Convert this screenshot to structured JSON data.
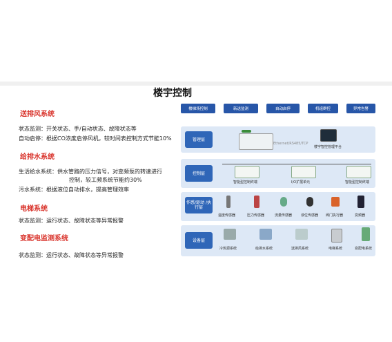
{
  "title": "楼宇控制",
  "sections": {
    "ventilation": {
      "heading": "送排风系统",
      "lines": [
        "状态监测：开关状态、手/自动状态、故障状态等",
        "自动启停：根据CO浓度启停风机，较时间表控制方式节能10%"
      ]
    },
    "water": {
      "heading": "给排水系统",
      "lines": [
        "生活给水系统：供水管路的压力信号，对变频泵的转速进行",
        "控制，较工频系统节能约30%",
        "污水系统：根据液位自动排水，提高管理效率"
      ]
    },
    "elevator": {
      "heading": "电梯系统",
      "lines": [
        "状态监测：运行状态、故障状态等异常报警"
      ]
    },
    "power": {
      "heading": "变配电监测系统",
      "lines": [
        "状态监测：运行状态、故障状态等异常报警"
      ]
    }
  },
  "diagram": {
    "top_buttons": [
      "楼梯场控制",
      "新送监测",
      "自动启停",
      "机组群控",
      "异常告警"
    ],
    "layers": {
      "management": "管理层",
      "control": "控制层",
      "actuator": "作感/驱动\n/执行层",
      "equipment": "设备层"
    },
    "management_devices": [
      "楼宇智控管理平台"
    ],
    "management_bus_label": "Ethernet/RS485/TCP",
    "control_devices": [
      "智能型控制终端",
      "I/O扩展单元",
      "智能型控制终端"
    ],
    "sensors": [
      "温度传感器",
      "压力传感器",
      "流量传感器",
      "液位传感器",
      "阀门执行器",
      "变频器"
    ],
    "equipment": [
      "冷热源系统",
      "给排水系统",
      "送排风系统",
      "电梯系统",
      "变配电系统"
    ]
  },
  "colors": {
    "accent_red": "#d9332b",
    "layer_blue": "#2f66b8",
    "layer_bg": "#dde8f6"
  }
}
